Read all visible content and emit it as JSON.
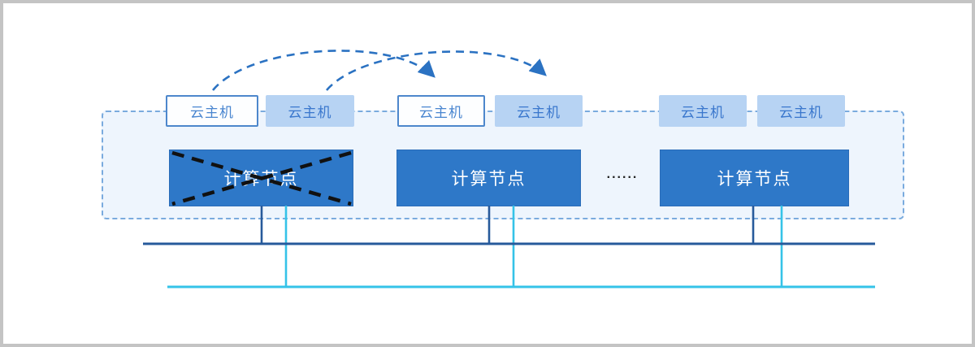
{
  "cluster": {
    "hosts": [
      {
        "label": "云主机",
        "variant": "outline"
      },
      {
        "label": "云主机",
        "variant": "filled"
      },
      {
        "label": "云主机",
        "variant": "outline"
      },
      {
        "label": "云主机",
        "variant": "filled"
      },
      {
        "label": "云主机",
        "variant": "filled"
      },
      {
        "label": "云主机",
        "variant": "filled"
      }
    ],
    "nodes": [
      {
        "label": "计算节点",
        "status": "failed"
      },
      {
        "label": "计算节点",
        "status": "normal"
      },
      {
        "label": "计算节点",
        "status": "normal"
      }
    ],
    "ellipsis": "......"
  },
  "colors": {
    "node_fill": "#2e78c8",
    "host_fill": "#b7d3f3",
    "host_outline_border": "#4d87cc",
    "host_text_outline": "#4a86d0",
    "host_text_filled": "#3a77cd",
    "container_fill": "#eef5fd",
    "container_border": "#7aabde",
    "arrow": "#2b72c2",
    "failed_cross": "#111111",
    "bus_primary": "#275a9b",
    "bus_secondary": "#35c3e8"
  }
}
